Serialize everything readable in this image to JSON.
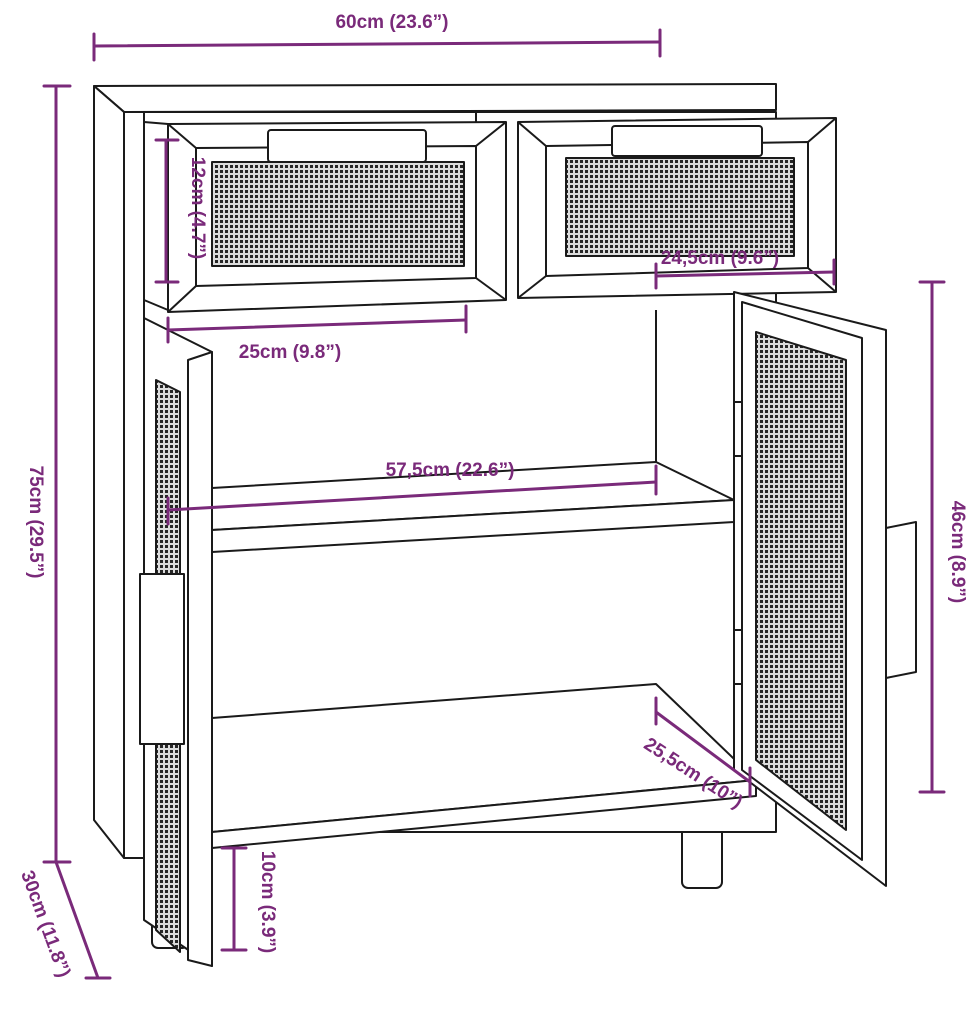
{
  "colors": {
    "dimension": "#7a2a7a",
    "outline": "#1a1a1a",
    "rattan": "#2a2a2a",
    "leg": "#f2f2f2",
    "background": "#ffffff"
  },
  "dimensions": {
    "width_total": "60cm (23.6”)",
    "height_total": "75cm (29.5”)",
    "depth_total": "30cm (11.8”)",
    "drawer_height": "12cm (4.7”)",
    "left_drawer_width": "25cm (9.8”)",
    "right_drawer_width": "24,5cm (9.6”)",
    "inner_width": "57,5cm (22.6”)",
    "door_height": "46cm (8.9”)",
    "inner_depth": "25,5cm (10”)",
    "leg_height": "10cm (3.9”)"
  }
}
